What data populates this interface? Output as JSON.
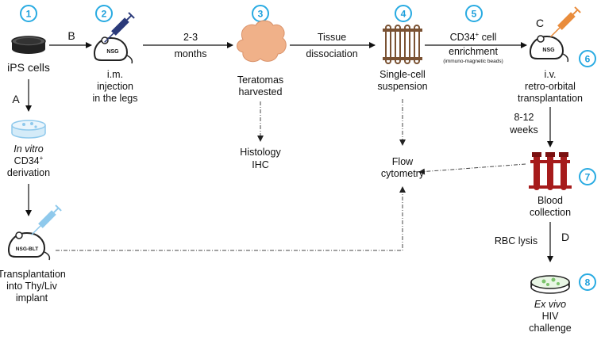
{
  "colors": {
    "badge": "#29abe2",
    "arrow": "#111111",
    "dashed": "#555555",
    "blood": "#a61b1b",
    "blue_light": "#8fc9ec",
    "orange": "#e98c3c",
    "navy": "#2b3a7a",
    "teratoma": "#f0b189",
    "suspension": "#7a5233",
    "dish_green": "#7cc36d"
  },
  "badges": [
    "1",
    "2",
    "3",
    "4",
    "5",
    "6",
    "7",
    "8"
  ],
  "letters": {
    "A": "A",
    "B": "B",
    "C": "C",
    "D": "D"
  },
  "steps": {
    "ips": "iPS cells",
    "im_1": "i.m.",
    "im_2": "injection",
    "im_3": "in the legs",
    "months_1": "2-3",
    "months_2": "months",
    "teratoma_1": "Teratomas",
    "teratoma_2": "harvested",
    "histology_1": "Histology",
    "histology_2": "IHC",
    "tissue_1": "Tissue",
    "tissue_2": "dissociation",
    "single_1": "Single-cell",
    "single_2": "suspension",
    "cd34_prefix": "CD34",
    "cd34_sup": "+",
    "cd34_suffix": " cell",
    "cd34_2": "enrichment",
    "cd34_3": "(immuno-magnetic beads)",
    "iv_1": "i.v.",
    "iv_2": "retro-orbital",
    "iv_3": "transplantation",
    "weeks_1": "8-12",
    "weeks_2": "weeks",
    "flow_1": "Flow",
    "flow_2": "cytometry",
    "blood_1": "Blood",
    "blood_2": "collection",
    "rbc": "RBC lysis",
    "exvivo_1": "Ex vivo",
    "exvivo_2": "HIV",
    "exvivo_3": "challenge",
    "invitro_1": "In vitro",
    "invitro_2_prefix": "CD34",
    "invitro_2_sup": "+",
    "invitro_3": "derivation",
    "thy_1": "Transplantation",
    "thy_2": "into Thy/Liv",
    "thy_3": "implant"
  },
  "mouse_labels": {
    "nsg_1": "NSG",
    "nsg_2": "NSG",
    "nsg_blt": "NSG-BLT"
  }
}
